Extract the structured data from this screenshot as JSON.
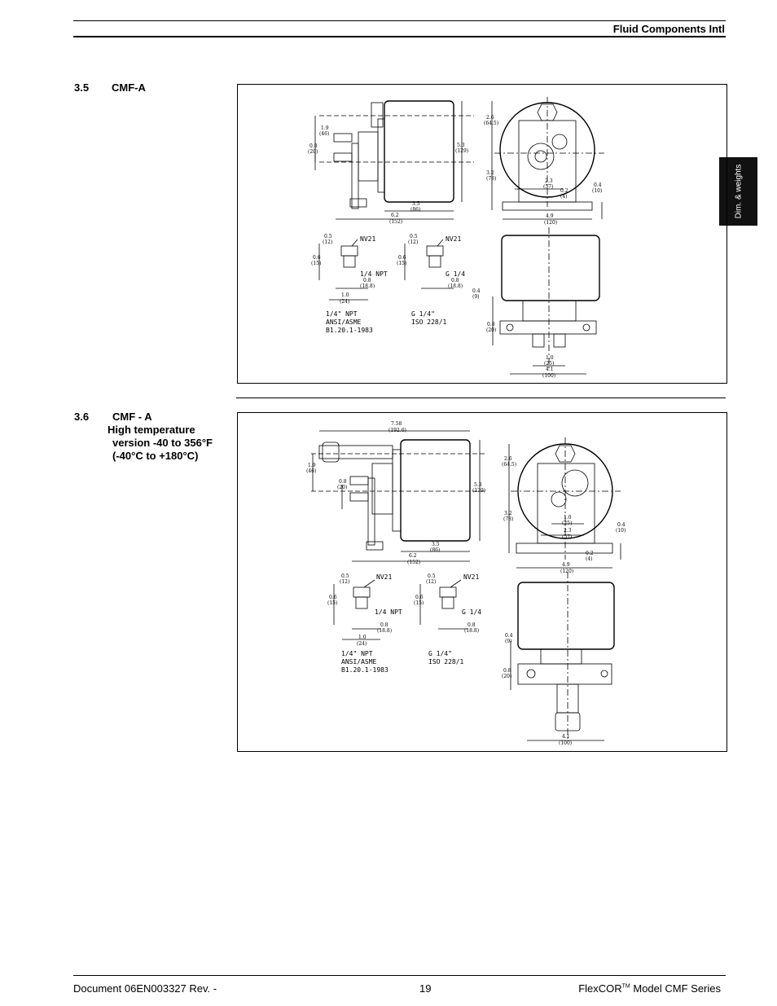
{
  "header": {
    "company": "Fluid Components Intl"
  },
  "side_tab": {
    "label": "Dim. & weights"
  },
  "sections": [
    {
      "number": "3.5",
      "title_lines": [
        "CMF-A"
      ]
    },
    {
      "number": "3.6",
      "title_lines": [
        "CMF - A",
        "High temperature",
        "version  -40 to 356°F",
        "(-40°C to +180°C)"
      ]
    }
  ],
  "drawing1": {
    "side": {
      "d19": "1.9",
      "d19mm": "(46)",
      "d08": "0.8",
      "d08mm": "(20)",
      "d53": "5.3",
      "d53mm": "(129)",
      "d35": "3.5",
      "d35mm": "(86)",
      "d62": "6.2",
      "d62mm": "(152)"
    },
    "front": {
      "d26": "2.6",
      "d26mm": "(64.5)",
      "d32": "3.2",
      "d32mm": "(78)",
      "d23": "2.3",
      "d23mm": "(57)",
      "d02": "0.2",
      "d02mm": "(4)",
      "d04": "0.4",
      "d04mm": "(10)",
      "d49": "4.9",
      "d49mm": "(120)"
    },
    "npt": {
      "d05": "0.5",
      "d05mm": "(12)",
      "d06": "0.6",
      "d06mm": "(15)",
      "nv": "NV21",
      "thread": "1/4 NPT",
      "d08": "0.8",
      "d08mm": "(18.8)",
      "d10": "1.0",
      "d10mm": "(24)",
      "note1": "1/4\"  NPT",
      "note2": "ANSI/ASME",
      "note3": "B1.20.1-1983"
    },
    "g": {
      "d05": "0.5",
      "d05mm": "(12)",
      "d06": "0.6",
      "d06mm": "(15)",
      "nv": "NV21",
      "thread": "G 1/4",
      "d08": "0.8",
      "d08mm": "(18.8)",
      "note1": "G 1/4\"",
      "note2": "ISO  228/1"
    },
    "bottom": {
      "d04": "0.4",
      "d04mm": "(9)",
      "d08": "0.8",
      "d08mm": "(20)",
      "d10": "1.0",
      "d10mm": "(25)",
      "d41": "4.1",
      "d41mm": "(100)"
    }
  },
  "drawing2": {
    "side": {
      "d758": "7.58",
      "d758mm": "(192.6)",
      "d19": "1.9",
      "d19mm": "(46)",
      "d08": "0.8",
      "d08mm": "(20)",
      "d53": "5.3",
      "d53mm": "(129)",
      "d35": "3.5",
      "d35mm": "(86)",
      "d62": "6.2",
      "d62mm": "(152)"
    },
    "front": {
      "d26": "2.6",
      "d26mm": "(64.5)",
      "d32": "3.2",
      "d32mm": "(78)",
      "d10": "1.0",
      "d10mm": "(25)",
      "d23": "2.3",
      "d23mm": "(57)",
      "d04": "0.4",
      "d04mm": "(10)",
      "d02": "0.2",
      "d02mm": "(4)",
      "d49": "4.9",
      "d49mm": "(120)"
    },
    "npt": {
      "d05": "0.5",
      "d05mm": "(12)",
      "d06": "0.6",
      "d06mm": "(15)",
      "nv": "NV21",
      "thread": "1/4 NPT",
      "d08": "0.8",
      "d08mm": "(18.8)",
      "d10": "1.0",
      "d10mm": "(24)",
      "note1": "1/4\"  NPT",
      "note2": "ANSI/ASME",
      "note3": "B1.20.1-1983"
    },
    "g": {
      "d05": "0.5",
      "d05mm": "(12)",
      "d06": "0.6",
      "d06mm": "(15)",
      "nv": "NV21",
      "thread": "G 1/4",
      "d08": "0.8",
      "d08mm": "(18.8)",
      "note1": "G 1/4\"",
      "note2": "ISO  228/1"
    },
    "bottom": {
      "d04": "0.4",
      "d04mm": "(9)",
      "d08": "0.8",
      "d08mm": "(20)",
      "d41": "4.1",
      "d41mm": "(100)"
    }
  },
  "footer": {
    "document": "Document 06EN003327 Rev. -",
    "page": "19",
    "product_prefix": "FlexCOR",
    "trademark": "TM",
    "product_suffix": " Model CMF Series"
  }
}
